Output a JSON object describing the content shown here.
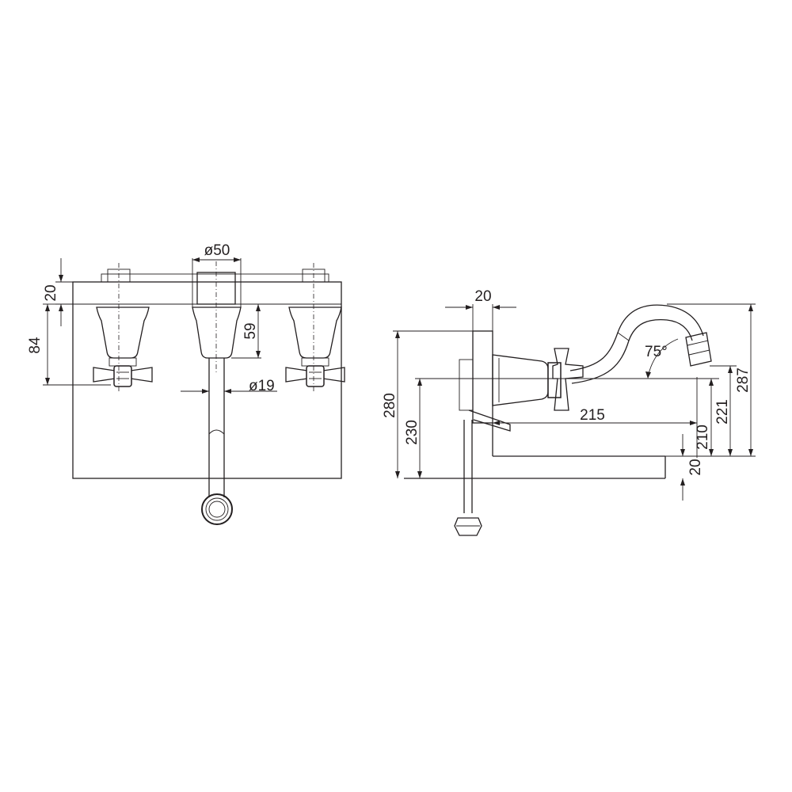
{
  "front_view": {
    "dim_top": "20",
    "dim_height": "84",
    "dim_spout_diameter": "ø50",
    "dim_spout_drop": "59",
    "dim_pipe_diameter": "ø19"
  },
  "side_view": {
    "dim_plate": "20",
    "dim_angle": "75°",
    "dim_projection": "215",
    "dim_total_280": "280",
    "dim_230": "230",
    "dim_210": "210",
    "dim_221": "221",
    "dim_287": "287",
    "dim_bottom": "20"
  },
  "colors": {
    "line": "#231f20",
    "background": "#ffffff"
  }
}
